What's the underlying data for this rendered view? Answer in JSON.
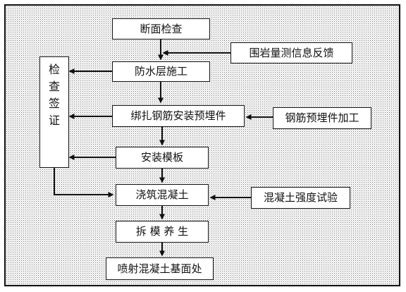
{
  "diagram": {
    "nodes": {
      "sectionCheck": "断面检查",
      "waterproofLayer": "防水层施工",
      "rebarInstall": "绑扎钢筋安装预埋件",
      "formwork": "安装模板",
      "pourConcrete": "浇筑混凝土",
      "demoldCure": "拆 模 养 生",
      "sprayBase": "喷射混凝土基面处",
      "rockFeedback": "围岩量测信息反馈",
      "rebarProcessing": "钢筋预埋件加工",
      "strengthTest": "混凝土强度试验",
      "inspectionSignoff": [
        "检",
        "查",
        "签",
        "证"
      ]
    }
  }
}
